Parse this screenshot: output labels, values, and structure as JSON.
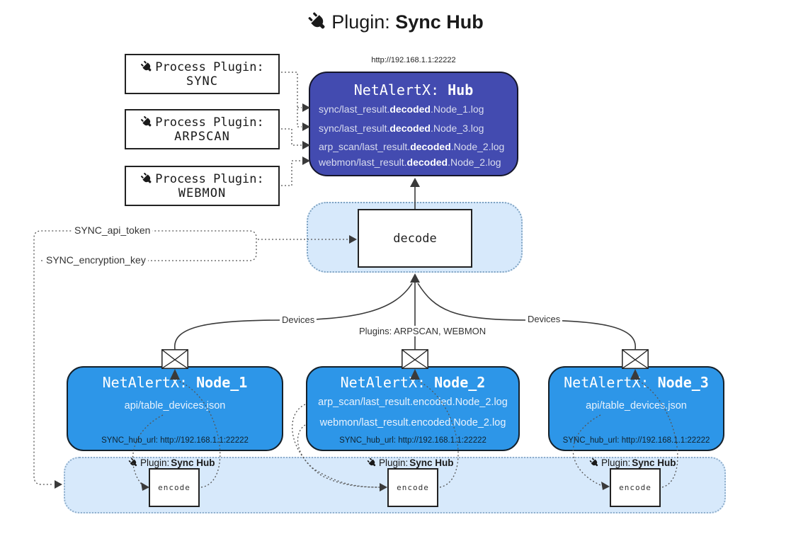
{
  "title": {
    "prefix": "Plugin: ",
    "name": "Sync Hub"
  },
  "hub": {
    "url": "http://192.168.1.1:22222",
    "prefix": "NetAlertX: ",
    "name": "Hub",
    "logs": [
      {
        "pre": "sync/last_result.",
        "bold": "decoded",
        "post": ".Node_1.log"
      },
      {
        "pre": "sync/last_result.",
        "bold": "decoded",
        "post": ".Node_3.log"
      },
      {
        "pre": "arp_scan/last_result.",
        "bold": "decoded",
        "post": ".Node_2.log"
      },
      {
        "pre": "webmon/last_result.",
        "bold": "decoded",
        "post": ".Node_2.log"
      }
    ]
  },
  "process_plugins": [
    {
      "label": "Process Plugin:",
      "name": "SYNC"
    },
    {
      "label": "Process Plugin:",
      "name": "ARPSCAN"
    },
    {
      "label": "Process Plugin:",
      "name": "WEBMON"
    }
  ],
  "decode": {
    "box_label": "decode"
  },
  "connections": {
    "api_token": "SYNC_api_token",
    "encryption_key": "SYNC_encryption_key",
    "devices_left": "Devices",
    "devices_right": "Devices",
    "plugins_line": "Plugins: ARPSCAN, WEBMON"
  },
  "nodes": [
    {
      "prefix": "NetAlertX: ",
      "name": "Node_1",
      "files": [
        "api/table_devices.json"
      ],
      "hub_url": "SYNC_hub_url: http://192.168.1.1:22222"
    },
    {
      "prefix": "NetAlertX: ",
      "name": "Node_2",
      "files": [
        "arp_scan/last_result.encoded.Node_2.log",
        "webmon/last_result.encoded.Node_2.log"
      ],
      "hub_url": "SYNC_hub_url: http://192.168.1.1:22222"
    },
    {
      "prefix": "NetAlertX: ",
      "name": "Node_3",
      "files": [
        "api/table_devices.json"
      ],
      "hub_url": "SYNC_hub_url: http://192.168.1.1:22222"
    }
  ],
  "encode": {
    "box_label": "encode",
    "plugin_label": "Plugin: ",
    "plugin_name": "Sync Hub"
  },
  "icons": [
    "plug-icon",
    "envelope-icon"
  ],
  "colors": {
    "hub_fill": "#434BB0",
    "node_fill": "#2D96E8",
    "panel_fill": "#D7E9FB",
    "panel_border": "#85A9C8",
    "line": "#3A3A3A",
    "hub_text": "#D9DCEF",
    "node_text": "#E8F2FD"
  }
}
